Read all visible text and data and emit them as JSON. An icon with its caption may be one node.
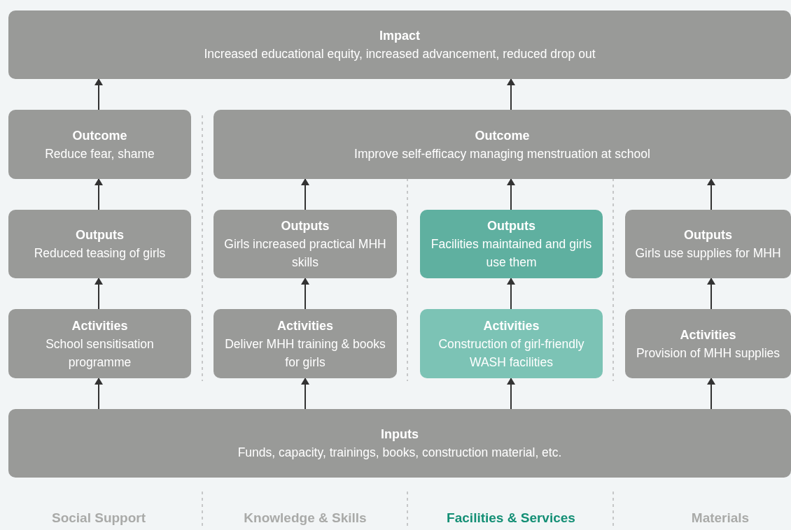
{
  "diagram": {
    "nodes": [
      {
        "text": [
          "Impact",
          "Increased educational equity, increased advancement, reduced drop out"
        ]
      },
      {
        "text": [
          "Outcome",
          "Reduce fear, shame"
        ]
      },
      {
        "text": [
          "Outcome",
          "Improve self-efficacy managing menstruation at school"
        ]
      },
      {
        "text": [
          "Outputs",
          "Reduced teasing of girls"
        ]
      },
      {
        "text": [
          "Outputs",
          "Girls increased practical MHH skills"
        ]
      },
      {
        "text": [
          "Outputs",
          "Facilities maintained and girls use them"
        ]
      },
      {
        "text": [
          "Outputs",
          "Girls use supplies for MHH"
        ]
      },
      {
        "text": [
          "Activities",
          "School sensitisation programme"
        ]
      },
      {
        "text": [
          "Activities",
          "Deliver MHH training & books for girls"
        ]
      },
      {
        "text": [
          "Activities",
          "Construction of girl-friendly WASH facilities"
        ]
      },
      {
        "text": [
          "Activities",
          "Provision of MHH supplies"
        ]
      },
      {
        "text": [
          "Inputs",
          "Funds, capacity, trainings, books, construction material, etc."
        ]
      }
    ],
    "edges": [
      {
        "from": 1,
        "to": 0,
        "arrow": "to"
      },
      {
        "from": 2,
        "to": 0,
        "arrow": "to"
      },
      {
        "from": 3,
        "to": 1,
        "arrow": "to"
      },
      {
        "from": 4,
        "to": 2,
        "arrow": "to"
      },
      {
        "from": 5,
        "to": 2,
        "arrow": "to"
      },
      {
        "from": 6,
        "to": 2,
        "arrow": "to"
      },
      {
        "from": 7,
        "to": 3,
        "arrow": "to"
      },
      {
        "from": 8,
        "to": 4,
        "arrow": "to"
      },
      {
        "from": 9,
        "to": 5,
        "arrow": "to"
      },
      {
        "from": 10,
        "to": 6,
        "arrow": "to"
      },
      {
        "from": 11,
        "to": 7,
        "arrow": "to"
      },
      {
        "from": 11,
        "to": 8,
        "arrow": "to"
      },
      {
        "from": 11,
        "to": 9,
        "arrow": "to"
      },
      {
        "from": 11,
        "to": 10,
        "arrow": "to"
      }
    ],
    "labels": [
      "Social Support",
      "Knowledge & Skills",
      "Facilities & Services",
      "Materials"
    ]
  }
}
